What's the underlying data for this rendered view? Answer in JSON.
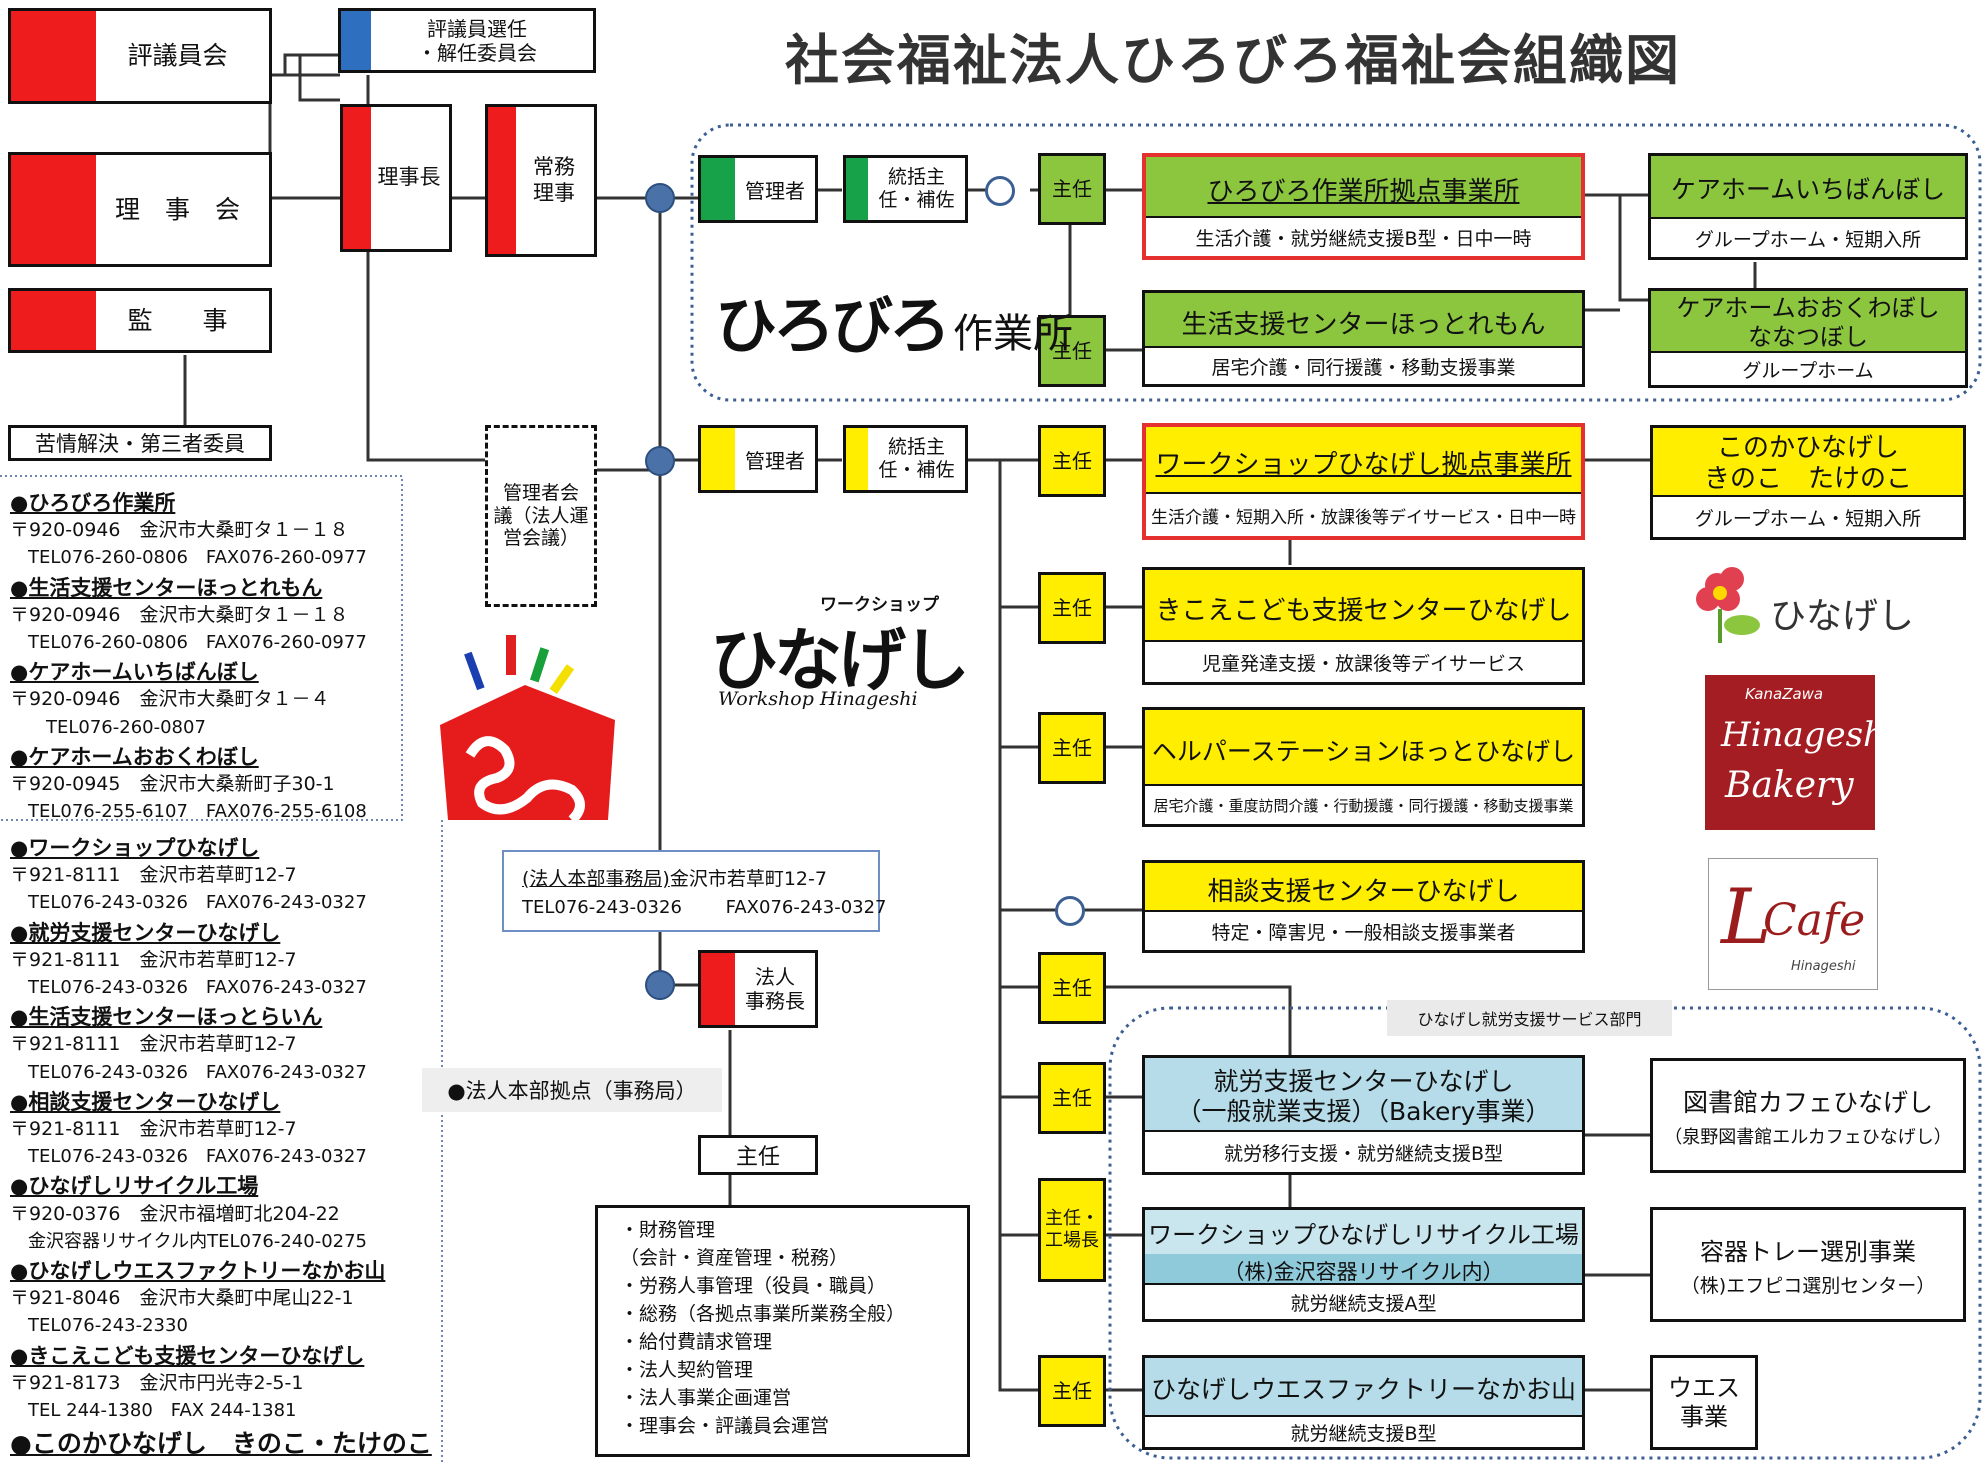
{
  "title": "社会福祉法人ひろびろ福祉会組織図",
  "governance": {
    "council": "評議員会",
    "election_committee": "評議員選任\n・解任委員会",
    "board": "理　事　会",
    "auditor": "監　　事",
    "complaints": "苦情解決・第三者委員",
    "chairman": "理事長",
    "managing_director": "常務\n理事",
    "managers_meeting": "管理者会\n議（法人運\n営会議）"
  },
  "hirobiro": {
    "manager": "管理者",
    "deputy": "統括主\n任・補佐",
    "chief1": "主任",
    "chief2": "主任",
    "unit1_title": "ひろびろ作業所拠点事業所",
    "unit1_sub": "生活介護・就労継続支援B型・日中一時",
    "unit2_title": "生活支援センターほっとれもん",
    "unit2_sub": "居宅介護・同行援護・移動支援事業",
    "home1_title": "ケアホームいちばんぼし",
    "home1_sub": "グループホーム・短期入所",
    "home2_title": "ケアホームおおくわぼし\nななつぼし",
    "home2_sub": "グループホーム",
    "logo_text": "ひろびろ",
    "logo_suffix": "作業所"
  },
  "hinageshi": {
    "manager": "管理者",
    "deputy": "統括主\n任・補佐",
    "chiefs": [
      "主任",
      "主任",
      "主任",
      "主任",
      "主任",
      "主任・\n工場長",
      "主任"
    ],
    "base_title": "ワークショップひなげし拠点事業所",
    "base_sub": "生活介護・短期入所・放課後等デイサービス・日中一時",
    "kinoko_title": "このかひなげし\nきのこ　たけのこ",
    "kinoko_sub": "グループホーム・短期入所",
    "kikoe_title": "きこえこども支援センターひなげし",
    "kikoe_sub": "児童発達支援・放課後等デイサービス",
    "helper_title": "ヘルパーステーションほっとひなげし",
    "helper_sub": "居宅介護・重度訪問介護・行動援護・同行援護・移動支援事業",
    "soudan_title": "相談支援センターひなげし",
    "soudan_sub": "特定・障害児・一般相談支援事業者",
    "section_label": "ひなげし就労支援サービス部門",
    "shuro_title": "就労支援センターひなげし\n（一般就業支援）（Bakery事業）",
    "shuro_sub": "就労移行支援・就労継続支援B型",
    "recycle_title": "ワークショップひなげしリサイクル工場",
    "recycle_mid": "（株)金沢容器リサイクル内）",
    "recycle_sub": "就労継続支援A型",
    "west_title": "ひなげしウエスファクトリーなかお山",
    "west_sub": "就労継続支援B型",
    "library": "図書館カフェひなげし",
    "library_sub": "（泉野図書館エルカフェひなげし）",
    "tray": "容器トレー選別事業",
    "tray_sub": "（株)エフピコ選別センター）",
    "waste": "ウエス\n事業",
    "logo_small": "ワークショップ",
    "logo_main": "ひなげし",
    "logo_en": "Workshop Hinageshi",
    "logo2": "ひなげし",
    "bakery1": "KanaZawa",
    "bakery2": "Hinageshi",
    "bakery3": "Bakery",
    "cafe1": "Cafe",
    "cafe2": "Hinageshi"
  },
  "hq": {
    "office_link": "(法人本部事務局)",
    "office_address": "金沢市若草町12-7",
    "office_tel": "TEL076-243-0326",
    "office_fax": "FAX076-243-0327",
    "director": "法人\n事務長",
    "base_label": "●法人本部拠点（事務局）",
    "chief": "主任",
    "duties": [
      "・財務管理",
      "（会計・資産管理・税務）",
      "・労務人事管理（役員・職員）",
      "・総務（各拠点事業所業務全般）",
      "・給付費請求管理",
      "・法人契約管理",
      "・法人事業企画運営",
      "・理事会・評議員会運営"
    ]
  },
  "addresses": [
    {
      "name": "●ひろびろ作業所",
      "lines": [
        "〒920-0946　金沢市大桑町タ１－１８",
        "　TEL076-260-0806　FAX076-260-0977"
      ]
    },
    {
      "name": "●生活支援センターほっとれもん",
      "lines": [
        "〒920-0946　金沢市大桑町タ１－１８",
        "　TEL076-260-0806　FAX076-260-0977"
      ]
    },
    {
      "name": "●ケアホームいちばんぼし",
      "lines": [
        "〒920-0946　金沢市大桑町タ１－４",
        "　　TEL076-260-0807"
      ]
    },
    {
      "name": "●ケアホームおおくわぼし",
      "lines": [
        "〒920-0945　金沢市大桑新町子30-1",
        "　TEL076-255-6107　FAX076-255-6108"
      ]
    },
    {
      "name": "●ワークショップひなげし",
      "lines": [
        "〒921-8111　金沢市若草町12-7",
        "　TEL076-243-0326　FAX076-243-0327"
      ]
    },
    {
      "name": "●就労支援センターひなげし",
      "lines": [
        "〒921-8111　金沢市若草町12-7",
        "　TEL076-243-0326　FAX076-243-0327"
      ]
    },
    {
      "name": "●生活支援センターほっとらいん",
      "lines": [
        "〒921-8111　金沢市若草町12-7",
        "　TEL076-243-0326　FAX076-243-0327"
      ]
    },
    {
      "name": "●相談支援センターひなげし",
      "lines": [
        "〒921-8111　金沢市若草町12-7",
        "　TEL076-243-0326　FAX076-243-0327"
      ]
    },
    {
      "name": "●ひなげしリサイクル工場",
      "lines": [
        "〒920-0376　金沢市福増町北204-22",
        "　金沢容器リサイクル内TEL076-240-0275"
      ]
    },
    {
      "name": "●ひなげしウエスファクトリーなかお山",
      "lines": [
        "〒921-8046　金沢市大桑町中尾山22-1",
        "　TEL076-243-2330"
      ]
    },
    {
      "name": "●きこえこども支援センターひなげし",
      "lines": [
        "〒921-8173　金沢市円光寺2-5-1",
        "　TEL 244-1380　FAX 244-1381"
      ]
    },
    {
      "name": "●このかひなげし　きのこ・たけのこ",
      "lines": []
    }
  ]
}
